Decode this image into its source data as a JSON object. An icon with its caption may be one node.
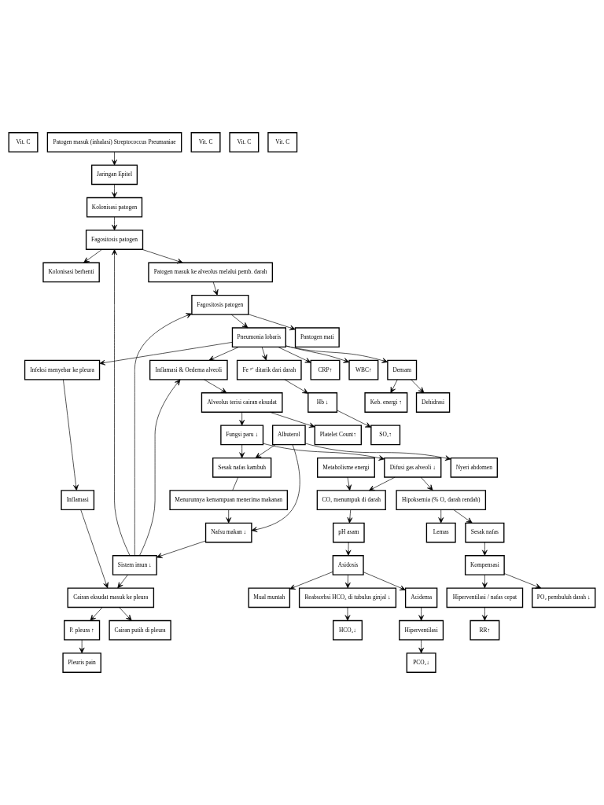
{
  "diagram": {
    "nodes": [
      {
        "text": [
          "Vit. C"
        ]
      },
      {
        "text": [
          "Patogen masuk (inhalasi) Streptococcus Preumaniae"
        ]
      },
      {
        "text": [
          "Jaringan Epitel"
        ]
      },
      {
        "text": [
          "Kolonisasi patogen"
        ]
      },
      {
        "text": [
          "Pleuris pain"
        ]
      },
      {
        "text": [
          "P. pleura ↑"
        ]
      },
      {
        "text": [
          "Cairan putih di pleura"
        ]
      },
      {
        "text": [
          "Vit. C"
        ]
      },
      {
        "text": [
          "Fagositosis patogen"
        ]
      },
      {
        "text": [
          "Kolonisasi berhenti"
        ]
      },
      {
        "text": [
          "Patogen masuk ke alveolus melalui pemb. darah"
        ]
      },
      {
        "text": [
          "Cairan eksudat masuk ke pleura"
        ]
      },
      {
        "text": [
          "Vit. C"
        ]
      },
      {
        "text": [
          "Fagositosis patogen"
        ]
      },
      {
        "text": [
          "Inflamasi"
        ]
      },
      {
        "text": [
          "Infeksi menyebar ke pleura"
        ]
      },
      {
        "text": [
          "Pneumonia lobaris"
        ]
      },
      {
        "text": [
          "Pantogen mati"
        ]
      },
      {
        "text": [
          "Vit. C"
        ]
      },
      {
        "text": [
          "Fe ²⁺ ditarik dari darah"
        ]
      },
      {
        "text": [
          "CRP↑"
        ]
      },
      {
        "text": [
          "WBC↑"
        ]
      },
      {
        "text": [
          "Inflamasi & Oedema alveoli"
        ]
      },
      {
        "text": [
          "Demam"
        ]
      },
      {
        "text": [
          "Sistem imun ↓"
        ]
      },
      {
        "text": [
          "Hb ↓"
        ]
      },
      {
        "text": [
          "Keb. energi ↑"
        ]
      },
      {
        "text": [
          "Dehidrasi"
        ]
      },
      {
        "text": [
          "Nafsu makan ↓"
        ]
      },
      {
        "text": [
          "SO₂↑"
        ]
      },
      {
        "text": [
          "Alveolus terisi cairan eksudat"
        ]
      },
      {
        "text": [
          "Platelet Count↑"
        ]
      },
      {
        "text": [
          "Menurunnya kemampuan menerima makanan"
        ]
      },
      {
        "text": [
          "Metabolisme energi"
        ]
      },
      {
        "text": [
          "Fungsi paru ↓"
        ]
      },
      {
        "text": [
          "CO₂ menumpuk di darah"
        ]
      },
      {
        "text": [
          "Difusi gas alveoli ↓"
        ]
      },
      {
        "text": [
          "Albuterol"
        ]
      },
      {
        "text": [
          "Sesak nafas kambuh"
        ]
      },
      {
        "text": [
          "Nyeri abdomen"
        ]
      },
      {
        "text": [
          "pH asam"
        ]
      },
      {
        "text": [
          "Hipoksemia (% O₂ darah rendah)"
        ]
      },
      {
        "text": [
          "Asidosis"
        ]
      },
      {
        "text": [
          "Mual muntah"
        ]
      },
      {
        "text": [
          "Lemas"
        ]
      },
      {
        "text": [
          "Sesak nafas"
        ]
      },
      {
        "text": [
          "Kompensasi"
        ]
      },
      {
        "text": [
          "Reabsorbsi HCO₃ di tubulus ginjal ↓"
        ]
      },
      {
        "text": [
          "Acidema"
        ]
      },
      {
        "text": [
          "HCO₃↓"
        ]
      },
      {
        "text": [
          "Hiperventilasi"
        ]
      },
      {
        "text": [
          "Hiperventilasi / nafas cepat"
        ]
      },
      {
        "text": [
          "PO₂ pembuluh darah ↓"
        ]
      },
      {
        "text": [
          "PCO₂↓"
        ]
      },
      {
        "text": [
          "RR↑"
        ]
      }
    ],
    "edges": [
      {
        "from": 1,
        "to": 2,
        "arrow": "to"
      },
      {
        "from": 2,
        "to": 3,
        "arrow": "to"
      },
      {
        "from": 3,
        "to": 8,
        "arrow": "to"
      },
      {
        "from": 8,
        "to": 9,
        "arrow": "to"
      },
      {
        "from": 8,
        "to": 10,
        "arrow": "to"
      },
      {
        "from": 10,
        "to": 13,
        "arrow": "to"
      },
      {
        "from": 13,
        "to": 16,
        "arrow": "to"
      },
      {
        "from": 13,
        "to": 17,
        "arrow": "to"
      },
      {
        "from": 16,
        "to": 15,
        "arrow": "to"
      },
      {
        "from": 15,
        "to": 14,
        "arrow": "to"
      },
      {
        "from": 14,
        "to": 11,
        "arrow": "to"
      },
      {
        "from": 11,
        "to": 5,
        "arrow": "to"
      },
      {
        "from": 11,
        "to": 6,
        "arrow": "to"
      },
      {
        "from": 5,
        "to": 4,
        "arrow": "to"
      },
      {
        "from": 24,
        "to": 11,
        "arrow": "to"
      },
      {
        "from": 24,
        "to": 8,
        "arrow": "to"
      },
      {
        "from": 24,
        "to": 13,
        "arrow": "to"
      },
      {
        "from": 24,
        "to": 22,
        "arrow": "to"
      },
      {
        "from": 16,
        "to": 19,
        "arrow": "to"
      },
      {
        "from": 16,
        "to": 20,
        "arrow": "to"
      },
      {
        "from": 16,
        "to": 21,
        "arrow": "to"
      },
      {
        "from": 16,
        "to": 22,
        "arrow": "to"
      },
      {
        "from": 16,
        "to": 23,
        "arrow": "to"
      },
      {
        "from": 19,
        "to": 25,
        "arrow": "to"
      },
      {
        "from": 25,
        "to": 29,
        "arrow": "to"
      },
      {
        "from": 23,
        "to": 26,
        "arrow": "to"
      },
      {
        "from": 23,
        "to": 27,
        "arrow": "to"
      },
      {
        "from": 22,
        "to": 30,
        "arrow": "to"
      },
      {
        "from": 30,
        "to": 31,
        "arrow": "to"
      },
      {
        "from": 30,
        "to": 34,
        "arrow": "to"
      },
      {
        "from": 34,
        "to": 36,
        "arrow": "to"
      },
      {
        "from": 34,
        "to": 38,
        "arrow": "to"
      },
      {
        "from": 36,
        "to": 35,
        "arrow": "to"
      },
      {
        "from": 36,
        "to": 41,
        "arrow": "to"
      },
      {
        "from": 33,
        "to": 35,
        "arrow": "to"
      },
      {
        "from": 35,
        "to": 40,
        "arrow": "to"
      },
      {
        "from": 40,
        "to": 42,
        "arrow": "to"
      },
      {
        "from": 42,
        "to": 43,
        "arrow": "to"
      },
      {
        "from": 42,
        "to": 47,
        "arrow": "to"
      },
      {
        "from": 42,
        "to": 48,
        "arrow": "to"
      },
      {
        "from": 47,
        "to": 49,
        "arrow": "to"
      },
      {
        "from": 48,
        "to": 50,
        "arrow": "to"
      },
      {
        "from": 50,
        "to": 53,
        "arrow": "to"
      },
      {
        "from": 41,
        "to": 44,
        "arrow": "to"
      },
      {
        "from": 41,
        "to": 45,
        "arrow": "to"
      },
      {
        "from": 45,
        "to": 46,
        "arrow": "to"
      },
      {
        "from": 46,
        "to": 51,
        "arrow": "to"
      },
      {
        "from": 46,
        "to": 52,
        "arrow": "to"
      },
      {
        "from": 51,
        "to": 54,
        "arrow": "to"
      },
      {
        "from": 37,
        "to": 38,
        "arrow": "to"
      },
      {
        "from": 37,
        "to": 39,
        "arrow": "to"
      },
      {
        "from": 37,
        "to": 28,
        "arrow": "to"
      },
      {
        "from": 38,
        "to": 32,
        "arrow": "none"
      },
      {
        "from": 32,
        "to": 28,
        "arrow": "to"
      },
      {
        "from": 28,
        "to": 24,
        "arrow": "to"
      }
    ]
  }
}
